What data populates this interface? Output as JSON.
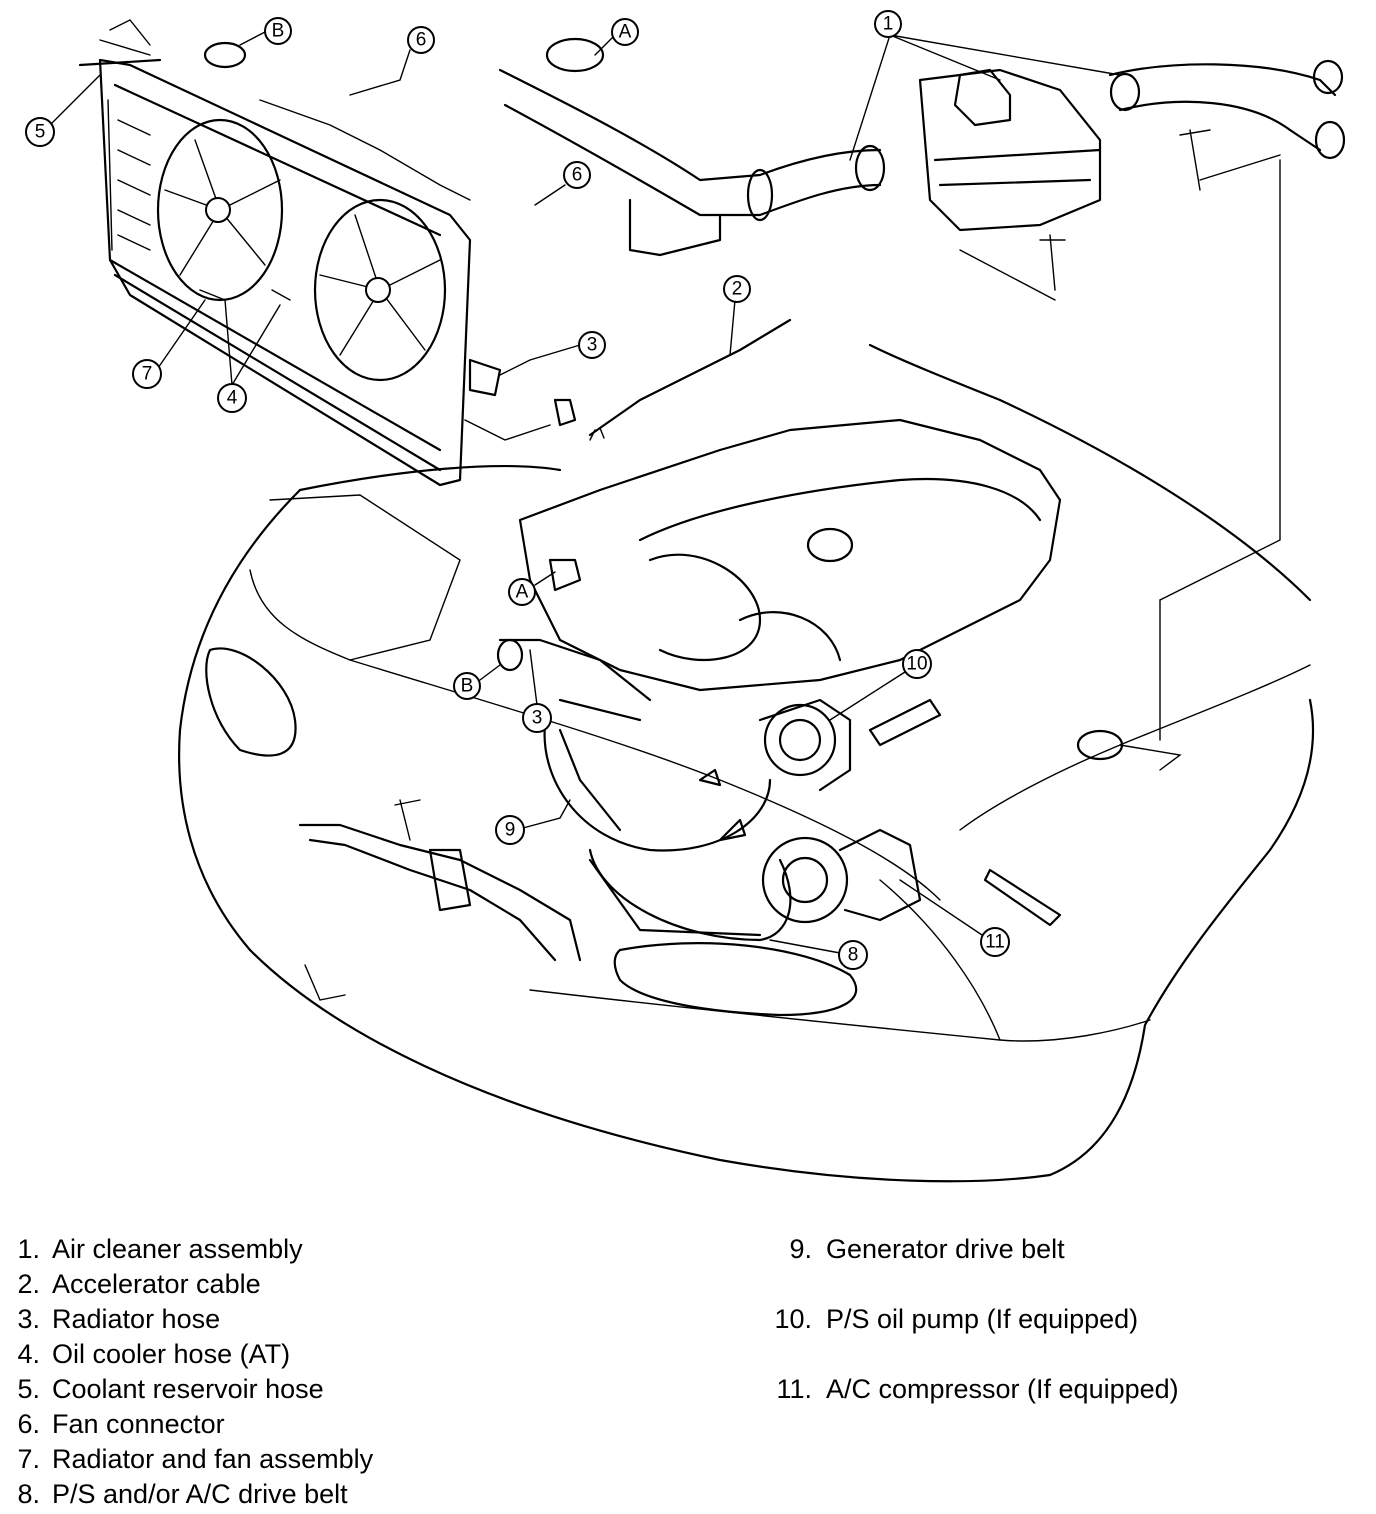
{
  "figure": {
    "callouts": [
      {
        "id": "c-A-top",
        "label": "A"
      },
      {
        "id": "c-B-top",
        "label": "B"
      },
      {
        "id": "c-1",
        "label": "1"
      },
      {
        "id": "c-5",
        "label": "5"
      },
      {
        "id": "c-6a",
        "label": "6"
      },
      {
        "id": "c-6b",
        "label": "6"
      },
      {
        "id": "c-2",
        "label": "2"
      },
      {
        "id": "c-3a",
        "label": "3"
      },
      {
        "id": "c-7",
        "label": "7"
      },
      {
        "id": "c-4",
        "label": "4"
      },
      {
        "id": "c-A-low",
        "label": "A"
      },
      {
        "id": "c-B-low",
        "label": "B"
      },
      {
        "id": "c-3b",
        "label": "3"
      },
      {
        "id": "c-10",
        "label": "10"
      },
      {
        "id": "c-9",
        "label": "9"
      },
      {
        "id": "c-11",
        "label": "11"
      },
      {
        "id": "c-8",
        "label": "8"
      }
    ]
  },
  "legend": {
    "left": [
      {
        "num": "1.",
        "text": "Air cleaner assembly"
      },
      {
        "num": "2.",
        "text": "Accelerator cable"
      },
      {
        "num": "3.",
        "text": "Radiator hose"
      },
      {
        "num": "4.",
        "text": "Oil cooler hose (AT)"
      },
      {
        "num": "5.",
        "text": "Coolant reservoir hose"
      },
      {
        "num": "6.",
        "text": "Fan connector"
      },
      {
        "num": "7.",
        "text": "Radiator and fan assembly"
      },
      {
        "num": "8.",
        "text": "P/S and/or A/C drive belt"
      }
    ],
    "right": [
      {
        "num": "9.",
        "text": "Generator drive belt"
      },
      {
        "num": "10.",
        "text": "P/S oil pump (If equipped)"
      },
      {
        "num": "11.",
        "text": "A/C compressor (If equipped)"
      }
    ]
  }
}
